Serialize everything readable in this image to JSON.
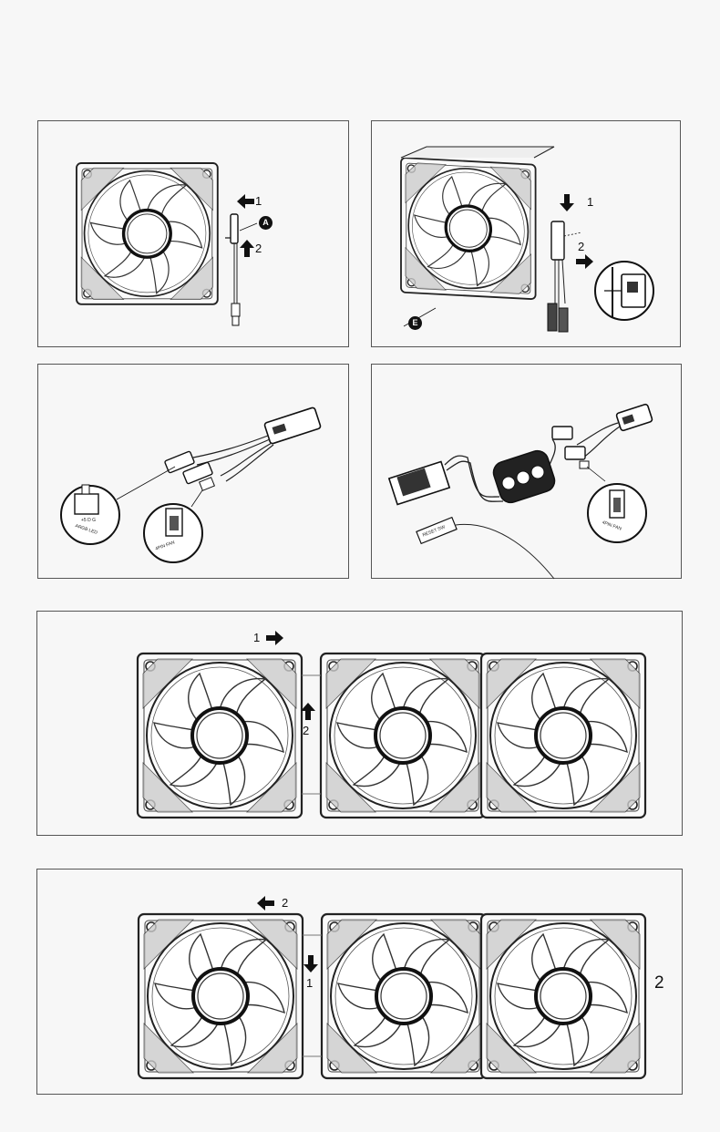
{
  "panel1": {
    "step1": "1",
    "step2": "2",
    "badge": "A"
  },
  "panel2": {
    "step1": "1",
    "step2": "2",
    "badge": "E"
  },
  "panel3": {
    "port_label": "ARGB LED",
    "pin_label": "+5 D G",
    "fan_label": "4PIN FAN"
  },
  "panel4": {
    "reset_label": "RESET SW",
    "fan_label": "4PIN FAN"
  },
  "panel5": {
    "step1": "1",
    "step2": "2"
  },
  "panel6": {
    "step1": "1",
    "step2": "2",
    "side_label": "2"
  }
}
